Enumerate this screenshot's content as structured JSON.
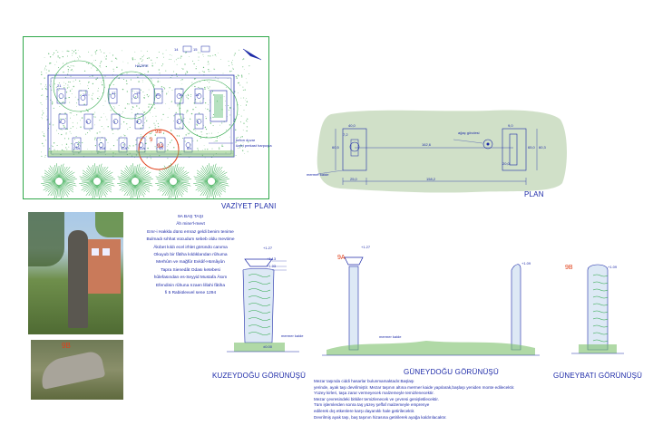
{
  "site_plan": {
    "title": "VAZİYET PLANI",
    "hazire_label": "HAZİRE",
    "legend_a": "14",
    "legend_b": "15",
    "wall_note_1": "beton duvar",
    "wall_note_2": "üzeri prekast harpuşta",
    "labels_upper": [
      "21",
      "18",
      "17",
      "19",
      "20",
      "16",
      "14"
    ],
    "labels_lower": [
      "5",
      "6",
      "1",
      "5",
      "2",
      "3"
    ],
    "labels_bottom": [
      "23A",
      "15A",
      "12A",
      "11A",
      "9A",
      "8A"
    ],
    "highlight_a": "9B",
    "highlight_b": "9",
    "highlight_c": "9A"
  },
  "plan": {
    "title": "PLAN",
    "tree_label": "ağaç gövdesi",
    "stone_label": "mermer kaide",
    "dim_top": "162,6",
    "dim_bottom": "158,2",
    "dim_left_bottom": "25,0",
    "dim_left_top": "40,0",
    "dim_right_top": "9,0",
    "dim_side_left": "60,5",
    "dim_side_right": "65,0",
    "dim_right_side": "60,3",
    "dim_left_inner": "7,2",
    "dim_right_inner": "20,0"
  },
  "inscription": {
    "title": "9A BAŞ TAŞI",
    "lines": [
      "Âh mine'l-mevt",
      "Emr-i Hakkla dünü emraz geldi benim tenime",
      "Bulmadı sıhhat vücudum sebeb oldu mevtime",
      "Âkıbet kıldı ecel irhlet göründü canıma",
      "Okuyub bir fâtiha kıldıklarıdan rûhuma",
      "Merhûm ve mağfûr Evkâf-Hümâyûn",
      "Tapra Sienedât Odası ketebesi",
      "hûlefasından es-Seyyid Mustafa Âsım",
      "Efendinin rûhuna rızaen lillahi fâtiha",
      "fi 5 Rabiülevvel sene 1294"
    ]
  },
  "photos": {
    "photo_b_label": "9B"
  },
  "elevations": {
    "ne_title": "KUZEYDOĞU GÖRÜNÜŞÜ",
    "se_title": "GÜNEYDOĞU GÖRÜNÜŞÜ",
    "sw_title": "GÜNEYBATI GÖRÜNÜŞÜ",
    "label_9a": "9A",
    "label_9b": "9B",
    "elev_127": "+1.27",
    "elev_113": "+1.13",
    "elev_103": "+1.03",
    "elev_127b": "+1.27",
    "elev_109": "+1.09",
    "elev_109b": "+1.09",
    "elev_000": "±0.00",
    "kaide_label": "mermer kaide",
    "kaide_label_2": "mermer kaide"
  },
  "notes": {
    "lines": [
      "Mezar taşında ciddi hasarlar bulunmamaktadır.Başlaşı",
      "yerinde, ayak taşı devrilmiştir. Mezar taşının altına mermer kaide yapılarak,başlaşı yeniden monte edilecektir.",
      "Yüzey kirleri, taşa zarar vermeyecek malzemeyle temizlenecektir.",
      "Mezar çevresindeki bitkiler temizlenecek ve çevresi genişletilecektir.",
      "Tüm işlemlerden sonra taş yüzey şeffaf malzemeyle emprenye",
      "edilerek dış etkenlere karşı dayanıklı hale getirilecektir.",
      "Devrilmiş ayak taşı, baş taşının hizasına getirilerek ayağa kaldırılacaktır."
    ]
  },
  "colors": {
    "ink": "#1d2aa8",
    "green": "#2fa84a",
    "cyan": "#2a8ad0",
    "red_mark": "#e0401a",
    "sage": "#a9c79a"
  }
}
